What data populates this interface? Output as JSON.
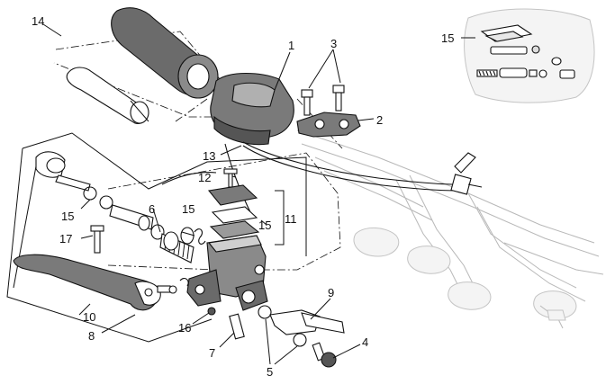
{
  "diagram": {
    "callouts": [
      {
        "id": "c14",
        "text": "14"
      },
      {
        "id": "c1",
        "text": "1"
      },
      {
        "id": "c3",
        "text": "3"
      },
      {
        "id": "c2",
        "text": "2"
      },
      {
        "id": "c13",
        "text": "13"
      },
      {
        "id": "c15a",
        "text": "15"
      },
      {
        "id": "c15b",
        "text": "15"
      },
      {
        "id": "c15c",
        "text": "15"
      },
      {
        "id": "c15d",
        "text": "15"
      },
      {
        "id": "c12",
        "text": "12"
      },
      {
        "id": "c11",
        "text": "11"
      },
      {
        "id": "c6",
        "text": "6"
      },
      {
        "id": "c17",
        "text": "17"
      },
      {
        "id": "c10",
        "text": "10"
      },
      {
        "id": "c8",
        "text": "8"
      },
      {
        "id": "c16",
        "text": "16"
      },
      {
        "id": "c7",
        "text": "7"
      },
      {
        "id": "c9",
        "text": "9"
      },
      {
        "id": "c4",
        "text": "4"
      },
      {
        "id": "c5",
        "text": "5"
      }
    ]
  }
}
